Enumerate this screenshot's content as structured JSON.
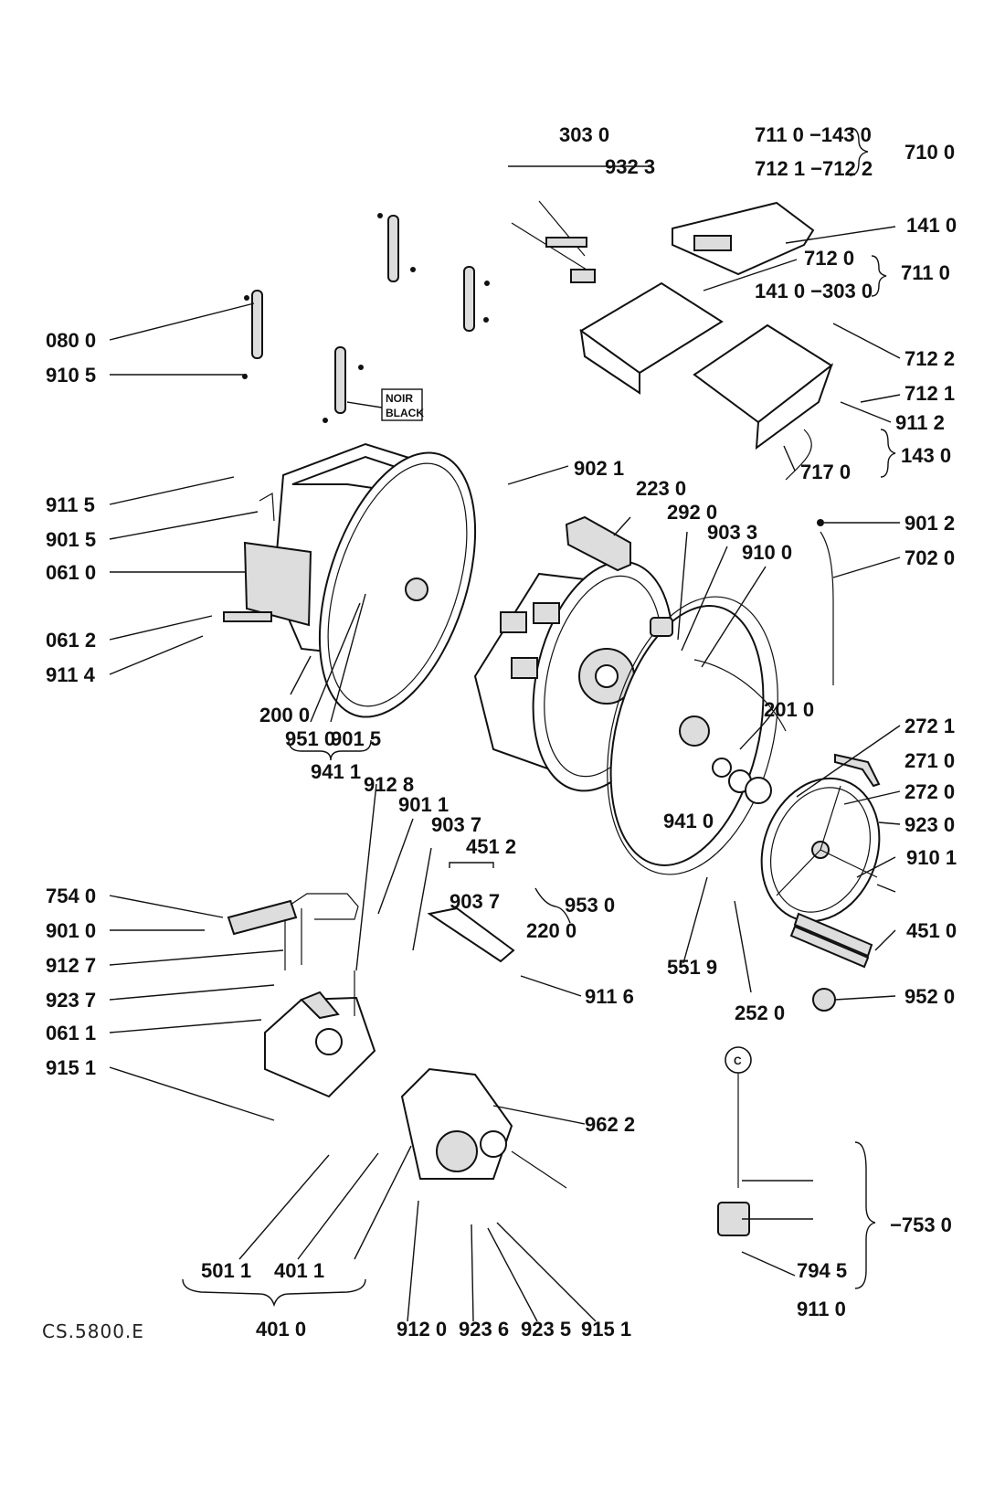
{
  "drawing_code": "CS.5800.E",
  "color_tag": [
    "NOIR",
    "BLACK"
  ],
  "circle_mark": "C",
  "labels": {
    "l_303_0": "303 0",
    "l_932_3": "932 3",
    "l_711_0_143_0": "711 0 −143 0",
    "l_712_1_712_2": "712 1 −712 2",
    "l_710_0": "710 0",
    "l_141_0": "141 0",
    "l_712_0": "712 0",
    "l_711_0": "711 0",
    "l_141_0_303_0": "141 0 −303 0",
    "l_080_0": "080 0",
    "l_910_5": "910 5",
    "l_712_2": "712 2",
    "l_712_1": "712 1",
    "l_911_2": "911 2",
    "l_143_0": "143 0",
    "l_717_0": "717 0",
    "l_902_1": "902 1",
    "l_911_5": "911 5",
    "l_901_5": "901 5",
    "l_061_0": "061 0",
    "l_223_0": "223 0",
    "l_292_0": "292 0",
    "l_903_3": "903 3",
    "l_910_0": "910 0",
    "l_901_2": "901 2",
    "l_702_0": "702 0",
    "l_061_2": "061 2",
    "l_911_4": "911 4",
    "l_200_0": "200 0",
    "l_951_0": "951 0",
    "l_901_5b": "901 5",
    "l_941_1": "941 1",
    "l_201_0": "201 0",
    "l_272_1": "272 1",
    "l_271_0": "271 0",
    "l_272_0": "272 0",
    "l_912_8": "912 8",
    "l_901_1": "901 1",
    "l_903_7": "903 7",
    "l_451_2": "451 2",
    "l_941_0": "941 0",
    "l_923_0": "923 0",
    "l_910_1": "910 1",
    "l_754_0": "754 0",
    "l_903_7b": "903 7",
    "l_953_0": "953 0",
    "l_901_0": "901 0",
    "l_220_0": "220 0",
    "l_451_0": "451 0",
    "l_912_7": "912 7",
    "l_551_9": "551 9",
    "l_911_6": "911 6",
    "l_923_7": "923 7",
    "l_952_0": "952 0",
    "l_252_0": "252 0",
    "l_061_1": "061 1",
    "l_915_1": "915 1",
    "l_962_2": "962 2",
    "l_753_0": "−753 0",
    "l_794_5": "794 5",
    "l_501_1": "501 1",
    "l_401_1": "401 1",
    "l_911_0": "911 0",
    "l_401_0": "401 0",
    "l_912_0": "912 0",
    "l_923_6": "923 6",
    "l_923_5": "923 5",
    "l_915_1b": "915 1"
  }
}
